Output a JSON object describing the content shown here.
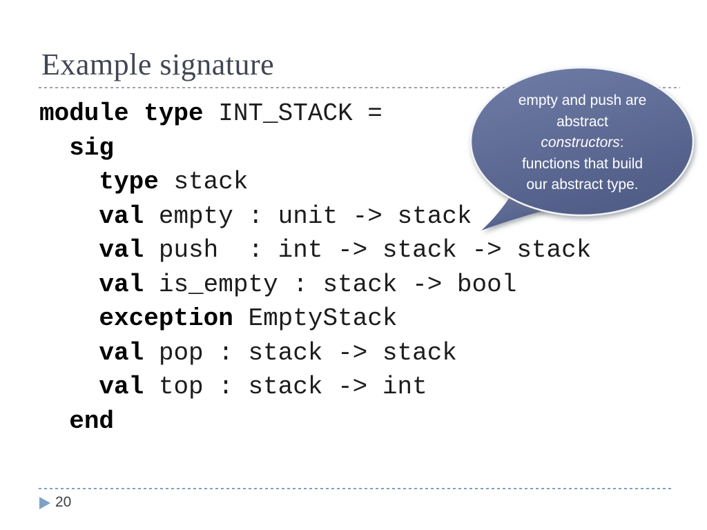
{
  "slide": {
    "title": "Example signature",
    "page_number": "20"
  },
  "code": {
    "language": "ocaml",
    "lines": [
      [
        {
          "t": "module type",
          "b": true
        },
        {
          "t": " INT_STACK ="
        }
      ],
      [
        {
          "t": "  "
        },
        {
          "t": "sig",
          "b": true
        }
      ],
      [
        {
          "t": "    "
        },
        {
          "t": "type",
          "b": true
        },
        {
          "t": " stack"
        }
      ],
      [
        {
          "t": "    "
        },
        {
          "t": "val",
          "b": true
        },
        {
          "t": " empty : unit -> stack"
        }
      ],
      [
        {
          "t": "    "
        },
        {
          "t": "val",
          "b": true
        },
        {
          "t": " push  : int -> stack -> stack"
        }
      ],
      [
        {
          "t": "    "
        },
        {
          "t": "val",
          "b": true
        },
        {
          "t": " is_empty : stack -> bool"
        }
      ],
      [
        {
          "t": "    "
        },
        {
          "t": "exception",
          "b": true
        },
        {
          "t": " EmptyStack"
        }
      ],
      [
        {
          "t": "    "
        },
        {
          "t": "val",
          "b": true
        },
        {
          "t": " pop : stack -> stack"
        }
      ],
      [
        {
          "t": "    "
        },
        {
          "t": "val",
          "b": true
        },
        {
          "t": " top : stack -> int"
        }
      ],
      [
        {
          "t": "  "
        },
        {
          "t": "end",
          "b": true
        }
      ]
    ]
  },
  "callout": {
    "lines": [
      [
        {
          "t": "empty and push are"
        }
      ],
      [
        {
          "t": "abstract"
        }
      ],
      [
        {
          "t": "constructors",
          "i": true
        },
        {
          "t": ":"
        }
      ],
      [
        {
          "t": "functions that build"
        }
      ],
      [
        {
          "t": "our abstract type."
        }
      ]
    ],
    "fill_top": "#717da7",
    "fill_bottom": "#515e88",
    "border_color": "#f2f4f7",
    "text_color": "#ffffff"
  },
  "footer": {
    "arrow_color": "#7fa1c6"
  },
  "dividers": {
    "top_color": "#9ba1a9",
    "bottom_color": "#7d9ec2"
  }
}
